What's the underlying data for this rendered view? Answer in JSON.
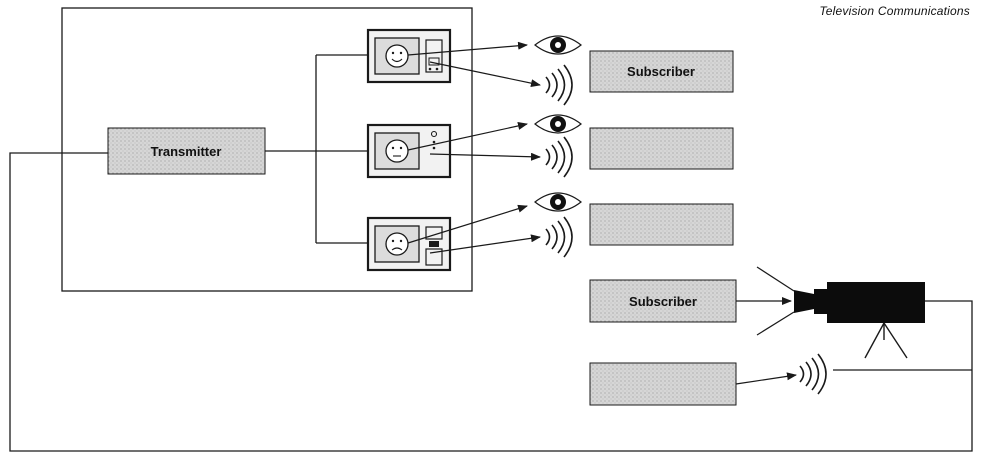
{
  "caption": "Television Communications",
  "labels": {
    "transmitter": "Transmitter",
    "subscriber_top": "Subscriber",
    "subscriber_camera": "Subscriber"
  },
  "colors": {
    "line": "#1a1a1a",
    "box_fill": "#d2d2d2",
    "camera": "#0c0c0c"
  },
  "icons": [
    "television-set-icon",
    "eye-icon",
    "sound-waves-icon",
    "video-camera-icon"
  ]
}
